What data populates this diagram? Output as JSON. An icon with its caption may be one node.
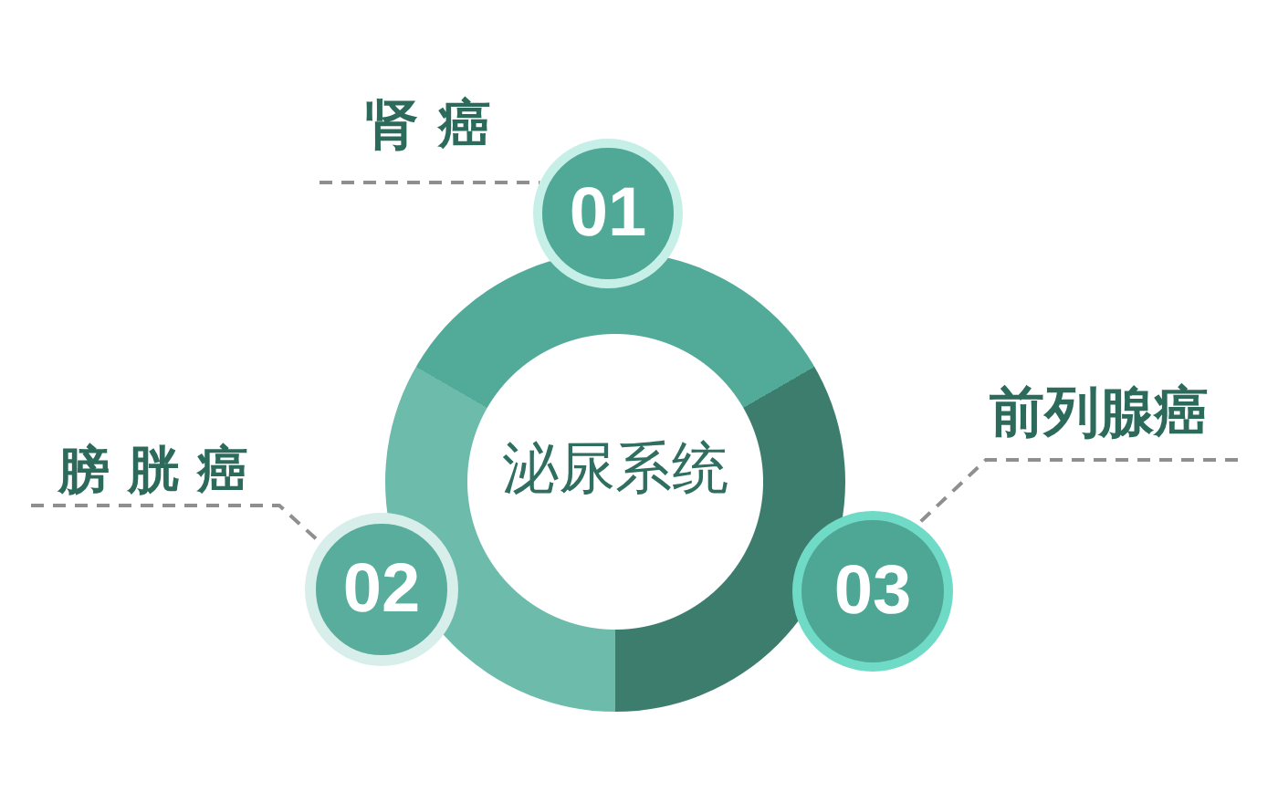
{
  "diagram": {
    "nodes": [
      {
        "text": [
          "泌尿系统"
        ]
      },
      {
        "text": [
          "01"
        ]
      },
      {
        "text": [
          "肾癌"
        ]
      },
      {
        "text": [
          "02"
        ]
      },
      {
        "text": [
          "膀胱癌"
        ]
      },
      {
        "text": [
          "03"
        ]
      },
      {
        "text": [
          "前列腺癌"
        ]
      }
    ],
    "edges": [
      {
        "from": 2,
        "to": 1,
        "arrow": "none",
        "style": "dashed"
      },
      {
        "from": 4,
        "to": 3,
        "arrow": "none",
        "style": "dashed"
      },
      {
        "from": 6,
        "to": 5,
        "arrow": "none",
        "style": "dashed"
      }
    ]
  }
}
